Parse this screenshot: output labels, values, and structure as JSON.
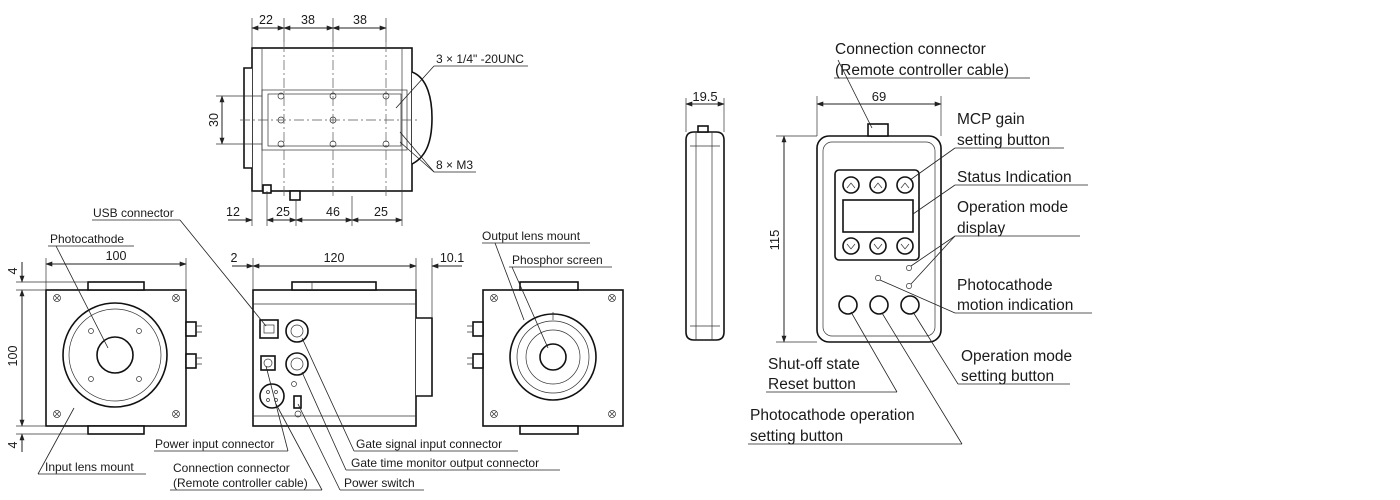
{
  "camera": {
    "top": {
      "dims_top": [
        "22",
        "38",
        "38"
      ],
      "dims_bottom": [
        "12",
        "25",
        "46",
        "25"
      ],
      "dim_side": "30",
      "callout_thread": "3 × 1/4\" -20UNC",
      "callout_m3": "8 × M3"
    },
    "front": {
      "label_photocathode": "Photocathode",
      "dim_width": "100",
      "dim_height": "100",
      "dim_gap_top": "4",
      "dim_gap_bottom": "4",
      "label_input_lens": "Input lens mount"
    },
    "side": {
      "label_usb": "USB connector",
      "dim_left": "2",
      "dim_length": "120",
      "dim_right": "10.1",
      "label_power_input": "Power input connector",
      "label_connection": "Connection connector",
      "label_connection_sub": "(Remote controller cable)",
      "label_power_switch": "Power switch",
      "label_gate_signal": "Gate signal input connector",
      "label_gate_time": "Gate time monitor output connector"
    },
    "rear": {
      "label_output_lens": "Output lens mount",
      "label_phosphor": "Phosphor screen"
    }
  },
  "remote": {
    "dim_thickness": "19.5",
    "dim_width": "69",
    "dim_height": "115",
    "label_connection": "Connection connector",
    "label_connection_sub": "(Remote controller cable)",
    "label_mcp_1": "MCP gain",
    "label_mcp_2": "setting button",
    "label_status": "Status Indication",
    "label_opmode_disp_1": "Operation mode",
    "label_opmode_disp_2": "display",
    "label_pc_motion_1": "Photocathode",
    "label_pc_motion_2": "motion indication",
    "label_opmode_btn_1": "Operation mode",
    "label_opmode_btn_2": "setting button",
    "label_shutoff_1": "Shut-off state",
    "label_shutoff_2": "Reset button",
    "label_pc_op_1": "Photocathode operation",
    "label_pc_op_2": "setting button"
  }
}
